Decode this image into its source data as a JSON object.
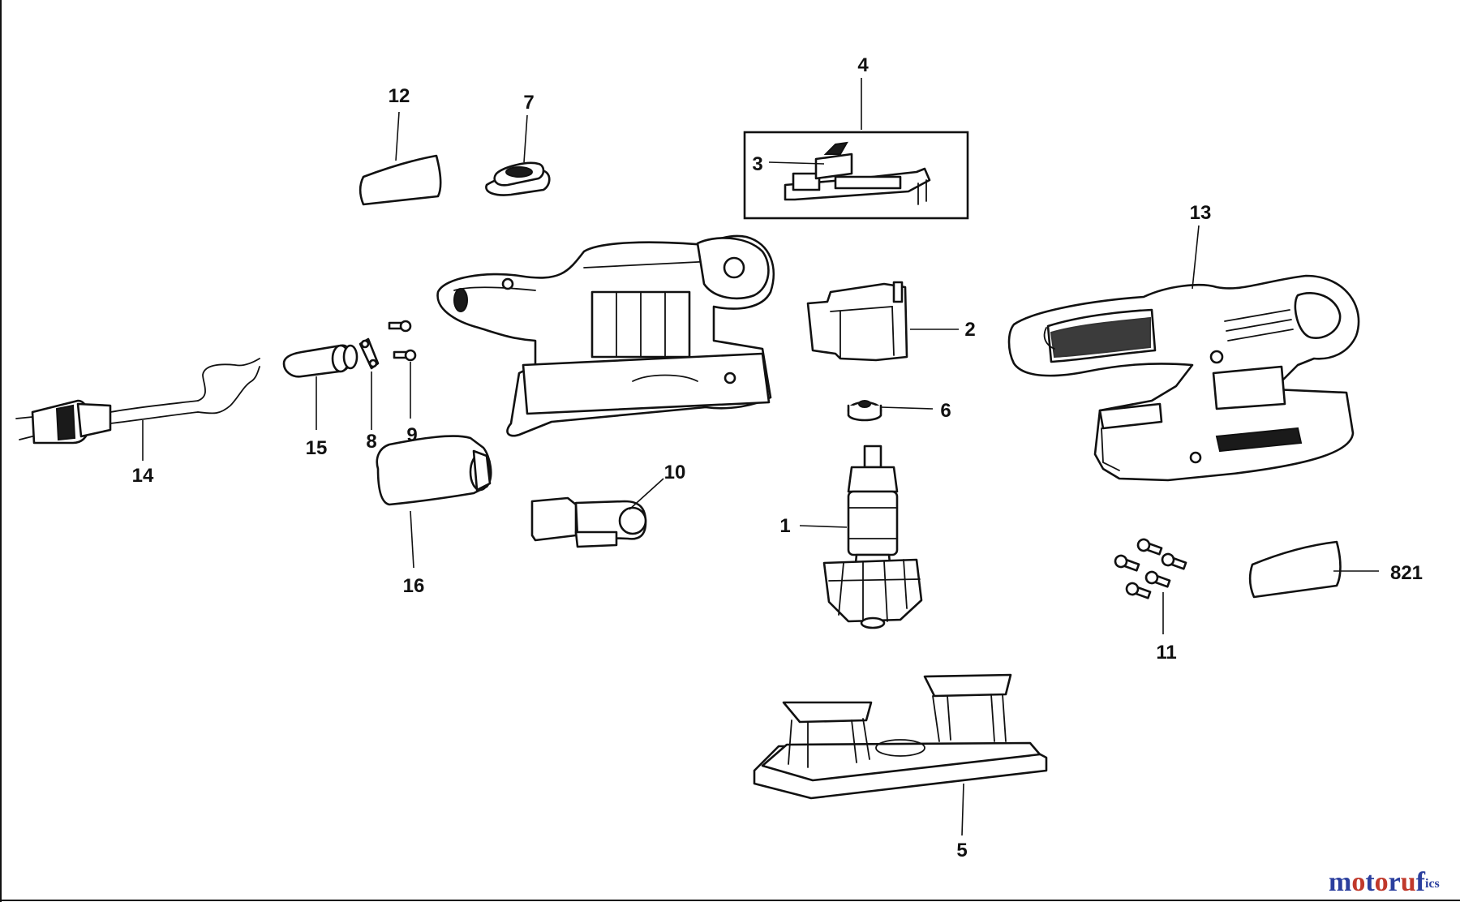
{
  "diagram": {
    "callouts": [
      {
        "id": "c1",
        "label": "1"
      },
      {
        "id": "c2",
        "label": "2"
      },
      {
        "id": "c3",
        "label": "3"
      },
      {
        "id": "c4",
        "label": "4"
      },
      {
        "id": "c5",
        "label": "5"
      },
      {
        "id": "c6",
        "label": "6"
      },
      {
        "id": "c7",
        "label": "7"
      },
      {
        "id": "c8",
        "label": "8"
      },
      {
        "id": "c9",
        "label": "9"
      },
      {
        "id": "c10",
        "label": "10"
      },
      {
        "id": "c11",
        "label": "11"
      },
      {
        "id": "c12",
        "label": "12"
      },
      {
        "id": "c13",
        "label": "13"
      },
      {
        "id": "c14",
        "label": "14"
      },
      {
        "id": "c15",
        "label": "15"
      },
      {
        "id": "c16",
        "label": "16"
      },
      {
        "id": "c821",
        "label": "821"
      }
    ]
  },
  "watermark": {
    "text": "motoruf",
    "colors": [
      "#2b3f9e",
      "#c0392b",
      "#2b3f9e",
      "#c0392b",
      "#2b3f9e",
      "#c0392b",
      "#2b3f9e"
    ],
    "suffix": "ics"
  }
}
